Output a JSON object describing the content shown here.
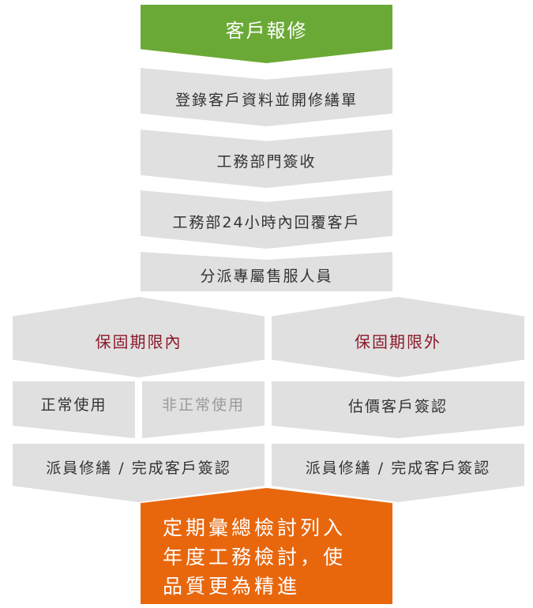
{
  "steps": {
    "start": "客戶報修",
    "register": "登錄客戶資料並開修繕單",
    "sign_receipt": "工務部門簽收",
    "reply_24h": "工務部24小時內回覆客戶",
    "dispatch": "分派專屬售服人員"
  },
  "branches": {
    "in_warranty": {
      "label": "保固期限內",
      "normal_use": "正常使用",
      "abnormal_use": "非正常使用",
      "done": "派員修繕 / 完成客戶簽認"
    },
    "out_warranty": {
      "label": "保固期限外",
      "estimate": "估價客戶簽認",
      "done": "派員修繕 / 完成客戶簽認"
    }
  },
  "final": "定期彙總檢討列入\n年度工務檢討，使\n品質更為精進",
  "colors": {
    "start": "#6aa936",
    "step": "#e0e0e0",
    "branch_text": "#8b1a2b",
    "final": "#e8670d"
  }
}
